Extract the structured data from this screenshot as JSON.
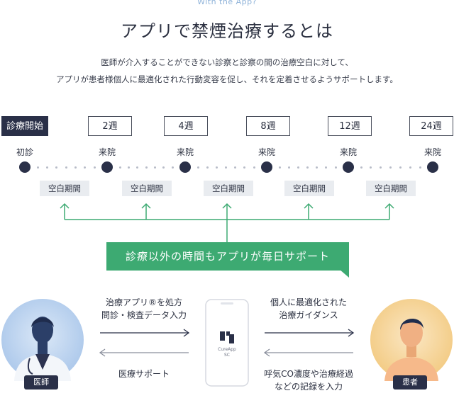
{
  "header": {
    "eyebrow": "With the App?",
    "title": "アプリで禁煙治療するとは",
    "lead_line1": "医師が介入することができない診察と診察の間の治療空白に対して、",
    "lead_line2": "アプリが患者様個人に最適化された行動変容を促し、それを定着させるようサポートします。"
  },
  "timeline": {
    "weeks": [
      "診療開始",
      "2週",
      "4週",
      "8週",
      "12週",
      "24週"
    ],
    "visits": [
      "初診",
      "来院",
      "来院",
      "来院",
      "来院",
      "来院"
    ],
    "blank_label": "空白期間"
  },
  "banner": {
    "text": "診療以外の時間もアプリが毎日サポート"
  },
  "flows": {
    "doctor_to_app_line1": "治療アプリ®を処方",
    "doctor_to_app_line2": "問診・検査データ入力",
    "app_to_doctor": "医療サポート",
    "app_to_patient_line1": "個人に最適化された",
    "app_to_patient_line2": "治療ガイダンス",
    "patient_to_app_line1": "呼気CO濃度や治療経過",
    "patient_to_app_line2": "などの記録を入力"
  },
  "phone": {
    "app_name": "CureApp",
    "app_sub": "SC"
  },
  "roles": {
    "doctor": "医師",
    "patient": "患者"
  },
  "colors": {
    "navy": "#2a3048",
    "green": "#3daa72",
    "blank_bg": "#e9ecf0"
  }
}
